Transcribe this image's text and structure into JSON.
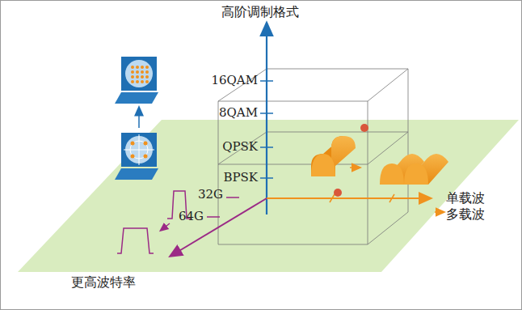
{
  "diagram": {
    "labels": [
      "高阶调制格式",
      "16QAM",
      "8QAM",
      "QPSK",
      "BPSK",
      "32G",
      "64G",
      "更高波特率",
      "单载波",
      "多载波"
    ]
  }
}
